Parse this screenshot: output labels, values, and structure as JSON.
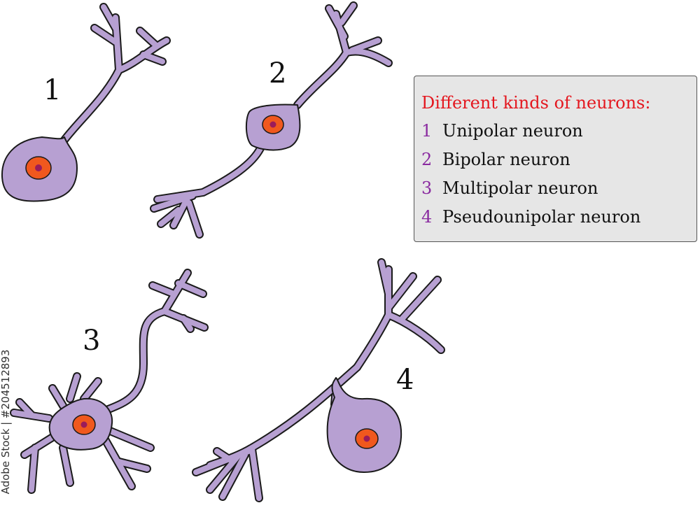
{
  "labels": {
    "n1": "1",
    "n2": "2",
    "n3": "3",
    "n4": "4"
  },
  "legend": {
    "title": "Different kinds of neurons:",
    "items": [
      {
        "num": "1",
        "text": "Unipolar neuron"
      },
      {
        "num": "2",
        "text": "Bipolar neuron"
      },
      {
        "num": "3",
        "text": "Multipolar neuron"
      },
      {
        "num": "4",
        "text": "Pseudounipolar neuron"
      }
    ]
  },
  "watermark": "Adobe Stock | #204512893",
  "colors": {
    "cell_fill": "#b7a0d2",
    "outline": "#1a1a1a",
    "nucleus": "#f0581e",
    "nucleolus": "#9b1c5a",
    "legend_title": "#e4171f",
    "legend_number": "#8a2aa0",
    "legend_background": "#e6e6e6"
  }
}
